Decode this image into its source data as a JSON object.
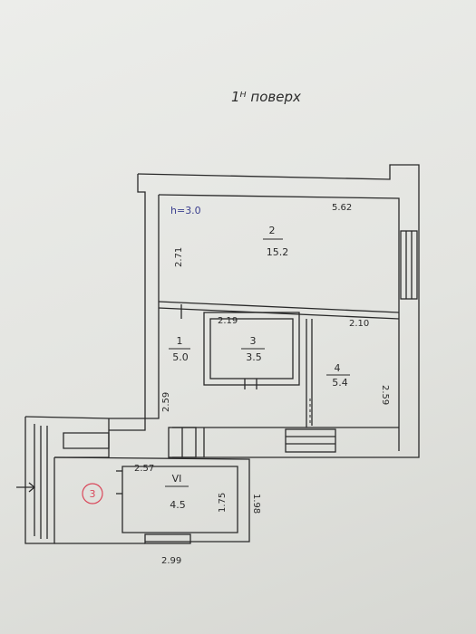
{
  "title": "1ᴴ поверх",
  "height_note": "h=3.0",
  "rooms": [
    {
      "number": "2",
      "area": "15.2"
    },
    {
      "number": "1",
      "area": "5.0"
    },
    {
      "number": "3",
      "area": "3.5"
    },
    {
      "number": "4",
      "area": "5.4"
    },
    {
      "number": "VI",
      "area": "4.5"
    }
  ],
  "dimensions": {
    "top_width": "5.62",
    "room2_height": "2.71",
    "room3_width": "2.19",
    "room4_width": "2.10",
    "room4_height": "2.59",
    "room1_height": "2.59",
    "annex_width": "2.57",
    "annex_inner_height": "1.75",
    "annex_outer_height": "1.98",
    "annex_bottom_width": "2.99"
  },
  "marker": {
    "label": "3",
    "color": "#d9475a"
  },
  "colors": {
    "ink": "#2a2a2a",
    "note": "#3a3f8f",
    "paper": "#e6e7e3"
  }
}
